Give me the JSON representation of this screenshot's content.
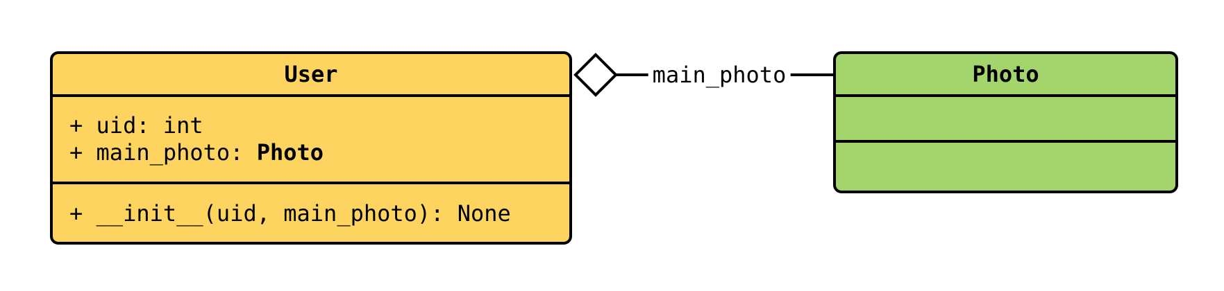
{
  "diagram": {
    "type": "uml-class-diagram",
    "background_color": "#FFFFFF",
    "stroke_color": "#000000",
    "classes": [
      {
        "title": "User",
        "fill_color": "#FCD45F",
        "attributes": [
          {
            "text": "+ uid: int"
          },
          {
            "prefix": "+ main_photo: ",
            "type_name": "Photo"
          }
        ],
        "methods": [
          {
            "text": "+ __init__(uid, main_photo): None"
          }
        ]
      },
      {
        "title": "Photo",
        "fill_color": "#A3D56C",
        "attributes": [],
        "methods": []
      }
    ],
    "relation": {
      "kind": "aggregation",
      "from": "User",
      "to": "Photo",
      "label": "main_photo",
      "diamond_style": "hollow-diamond"
    }
  }
}
